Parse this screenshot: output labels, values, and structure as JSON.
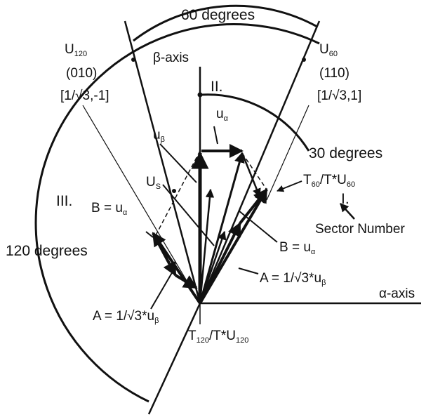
{
  "diagram": {
    "angle_60": "60 degrees",
    "angle_30": "30 degrees",
    "angle_120": "120 degrees",
    "beta_axis": "β-axis",
    "alpha_axis": "α-axis",
    "u120": {
      "name": "U",
      "sub": "120",
      "code": "(010)",
      "coords": "[1/√3,-1]"
    },
    "u60": {
      "name": "U",
      "sub": "60",
      "code": "(110)",
      "coords": "[1/√3,1]"
    },
    "sector_II": "II.",
    "sector_III": "III.",
    "sector_I": "I.",
    "sector_number": "Sector Number",
    "u_alpha_top": {
      "name": "u",
      "sub": "α"
    },
    "u_beta": {
      "name": "u",
      "sub": "β"
    },
    "u_s": {
      "name": "U",
      "sub": "S"
    },
    "b_left": {
      "text": "B = u",
      "sub": "α"
    },
    "b_right": {
      "text": "B = u",
      "sub": "α"
    },
    "a_right": {
      "text": "A = 1/√3*u",
      "sub": "β"
    },
    "a_left": {
      "text": "A = 1/√3*u",
      "sub": "β"
    },
    "t60": {
      "t": "T",
      "tsub": "60",
      "mid": "/T*U",
      "usub": "60"
    },
    "t120": {
      "t": "T",
      "tsub": "120",
      "mid": "/T*U",
      "usub": "120"
    }
  }
}
